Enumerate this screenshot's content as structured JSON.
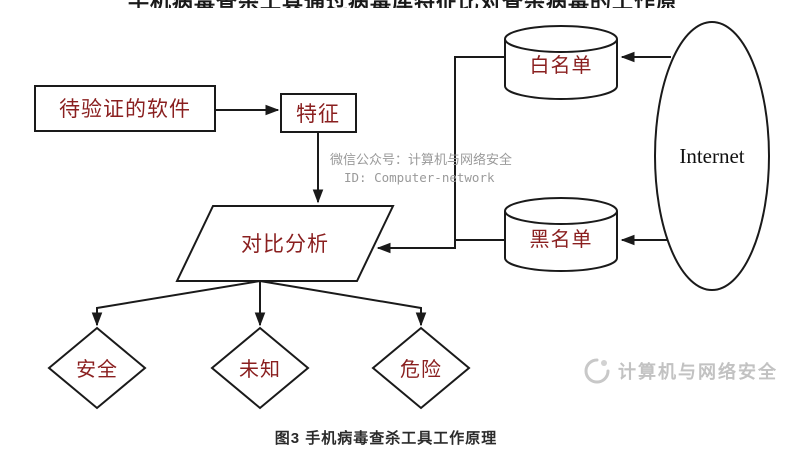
{
  "page": {
    "background": "#ffffff",
    "cropped_top_text": "手机病毒查杀工具通过病毒库特征比对查杀病毒的工作原理",
    "caption": "图3  手机病毒查杀工具工作原理"
  },
  "colors": {
    "stroke": "#1a1a1a",
    "node_label": "#8a1f1f",
    "internet_label": "#111111",
    "watermark_center": "#9a9a9a",
    "watermark_corner": "#c2c2c2",
    "caption": "#2b2b2b"
  },
  "diagram": {
    "nodes": {
      "software": {
        "shape": "rectangle",
        "label": "待验证的软件"
      },
      "feature": {
        "shape": "rectangle",
        "label": "特征"
      },
      "compare": {
        "shape": "parallelogram",
        "label": "对比分析"
      },
      "whitelist": {
        "shape": "cylinder",
        "label": "白名单"
      },
      "blacklist": {
        "shape": "cylinder",
        "label": "黑名单"
      },
      "internet": {
        "shape": "ellipse",
        "label": "Internet"
      },
      "safe": {
        "shape": "diamond",
        "label": "安全"
      },
      "unknown": {
        "shape": "diamond",
        "label": "未知"
      },
      "danger": {
        "shape": "diamond",
        "label": "危险"
      }
    },
    "edges": [
      {
        "from": "software",
        "to": "feature"
      },
      {
        "from": "feature",
        "to": "compare"
      },
      {
        "from": "internet",
        "to": "whitelist"
      },
      {
        "from": "internet",
        "to": "blacklist"
      },
      {
        "from": "whitelist",
        "to": "compare"
      },
      {
        "from": "blacklist",
        "to": "compare"
      },
      {
        "from": "compare",
        "to": "safe"
      },
      {
        "from": "compare",
        "to": "unknown"
      },
      {
        "from": "compare",
        "to": "danger"
      }
    ]
  },
  "watermark": {
    "center_line1": "微信公众号：计算机与网络安全",
    "center_line2": "ID: Computer-network",
    "corner_text": "计算机与网络安全"
  }
}
